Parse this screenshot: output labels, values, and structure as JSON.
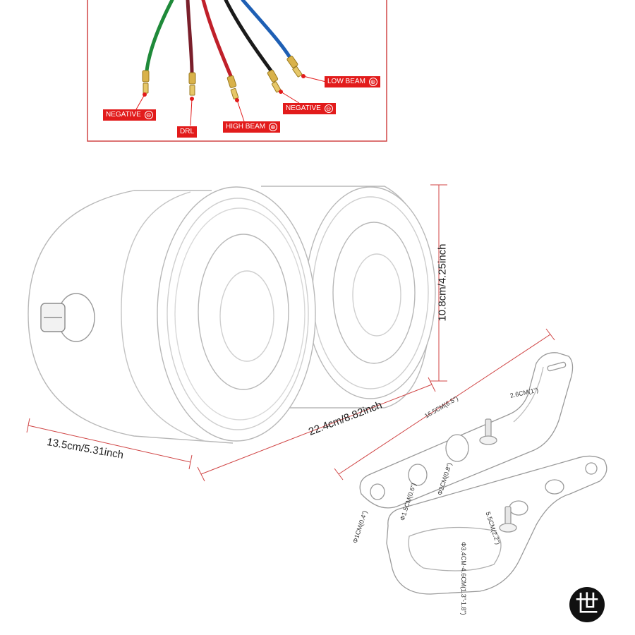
{
  "wiring": {
    "labels": {
      "negative_left": "NEGATIVE",
      "drl": "DRL",
      "high_beam": "HIGH BEAM",
      "negative_right": "NEGATIVE",
      "low_beam": "LOW BEAM"
    },
    "symbols": {
      "minus": "⊖",
      "plus": "⊕"
    }
  },
  "dimensions": {
    "height": "10.8cm/4.25inch",
    "length": "22.4cm/8.82inch",
    "depth": "13.5cm/5.31inch"
  },
  "bracket_dims": {
    "length": "16.5CM(6.5\")",
    "top_hole": "2.6CM(1\")",
    "hole_large": "Φ2CM(0.8\")",
    "hole_mid": "Φ1.5CM(0.6\")",
    "hole_small": "Φ1CM(0.4\")",
    "arm": "5.5CM(2.2\")",
    "clamp": "Φ3.4CM-4.6CM(1.3\"-1.8\")"
  },
  "logo": {
    "glyph": "世"
  },
  "colors": {
    "wire_green": "#1f8a3a",
    "wire_maroon": "#7a1f2b",
    "wire_red": "#c0202a",
    "wire_black": "#1a1a1a",
    "wire_blue": "#1e5fb4",
    "label_red": "#e21b1b",
    "dim_line": "#d04545"
  }
}
